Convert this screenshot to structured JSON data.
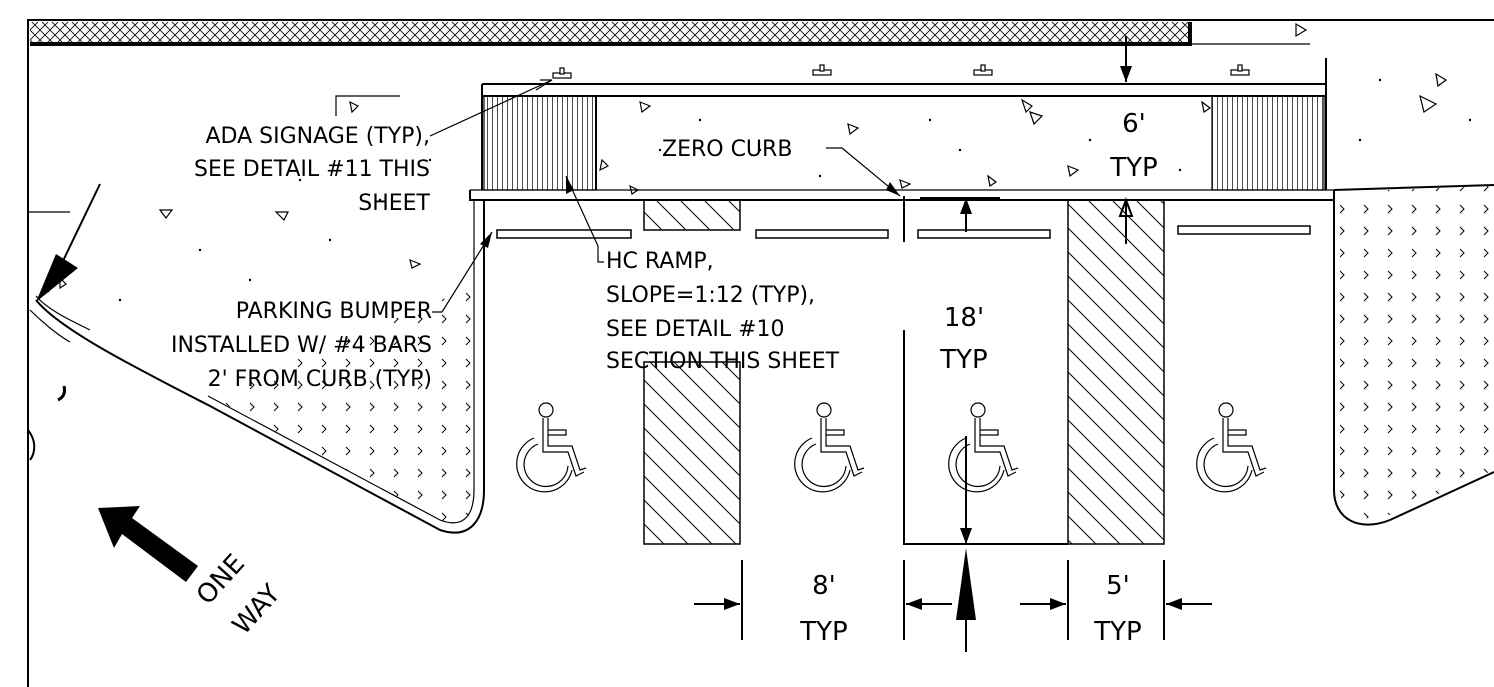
{
  "callouts": {
    "ada_signage": [
      "ADA SIGNAGE (TYP),",
      "SEE DETAIL #11 THIS",
      "SHEET"
    ],
    "zero_curb": "ZERO CURB",
    "hc_ramp": [
      "HC RAMP,",
      "SLOPE=1:12 (TYP),",
      "SEE DETAIL #10",
      "SECTION THIS SHEET"
    ],
    "parking_bumper": [
      "PARKING BUMPER",
      "INSTALLED W/ #4 BARS",
      "2' FROM CURB (TYP)"
    ]
  },
  "dimensions": {
    "sidewalk": {
      "value": "6'",
      "note": "TYP"
    },
    "stall_depth": {
      "value": "18'",
      "note": "TYP"
    },
    "stall_width": {
      "value": "8'",
      "note": "TYP"
    },
    "aisle_width": {
      "value": "5'",
      "note": "TYP"
    }
  },
  "direction": {
    "line1": "ONE",
    "line2": "WAY"
  },
  "icons": {
    "accessible": "wheelchair-symbol",
    "sign": "ada-sign-symbol",
    "arrow": "direction-arrow"
  }
}
